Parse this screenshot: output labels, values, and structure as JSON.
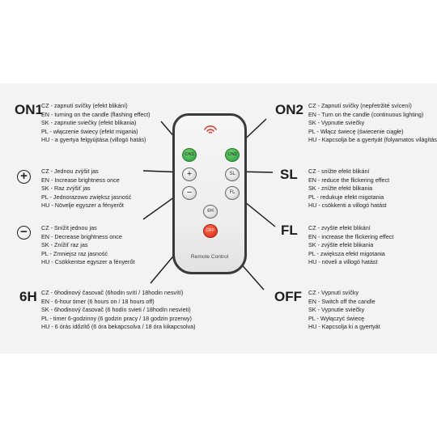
{
  "labels": {
    "on1": "ON1",
    "on2": "ON2",
    "sl": "SL",
    "fl": "FL",
    "six_h": "6H",
    "off": "OFF",
    "plus": "+",
    "minus": "−"
  },
  "remote": {
    "title": "Remote Control",
    "buttons": {
      "on1": "ON1",
      "on2": "ON2",
      "plus": "+",
      "minus": "−",
      "sl": "SL",
      "fl": "FL",
      "six_h": "6H",
      "off": "OFF"
    }
  },
  "descriptions": {
    "on1": [
      "CZ - zapnutí svíčky (efekt blikání)",
      "EN - turning on the candle (flashing effect)",
      "SK - zapnutie sviečky (efekt blikania)",
      "PL - włączenie świecy (efekt migania)",
      "HU - a gyertya felgyújtása (villogó hatás)"
    ],
    "on2": [
      "CZ - Zapnutí svíčky (nepřetržité svícení)",
      "EN - Turn on the candle (continuous lighting)",
      "SK - Vypnutie sviečky",
      "PL - Włącz świecę (świecenie ciągłe)",
      "HU - Kapcsolja be a gyertyát (folyamatos világítás)"
    ],
    "plus": [
      "CZ - Jednou zvýšit jas",
      "EN - Increase brightness once",
      "SK - Raz zvýšiť jas",
      "PL - Jednorazowo zwiększ jasność",
      "HU - Növelje egyszer a fényerőt"
    ],
    "sl": [
      "CZ - snížte efekt blikání",
      "EN - reduce the flickering effect",
      "SK - znížte efekt blikania",
      "PL - redukuje efekt migotania",
      "HU - csökkenti a villogó hatást"
    ],
    "minus": [
      "CZ - Snížit jednou jas",
      "EN - Decrease brightness once",
      "SK - Znížiť raz jas",
      "PL - Zmniejsz raz jasność",
      "HU - Csökkentse egyszer a fényerőt"
    ],
    "fl": [
      "CZ - zvyšte efekt blikání",
      "EN - increase the flickering effect",
      "SK - zvýšte efekt blikania",
      "PL - zwiększa efekt migotania",
      "HU - növeli a villogó hatást"
    ],
    "six_h": [
      "CZ - 6hodinový časovač (6hodin svítí / 18hodin nesvítí)",
      "EN - 6-hour timer (6 hours on / 18 hours off)",
      "SK - 6hodinový časovač (6 hodín svieti / 18hodín nesvieti)",
      "PL - timer 6-godzinny (6 godzin pracy / 18 godzin przerwy)",
      "HU - 6 órás időzítő (6 óra bekapcsolva / 18 óra kikapcsolva)"
    ],
    "off": [
      "CZ - Vypnutí svíčky",
      "EN - Switch off the candle",
      "SK - Vypnutie sviečky",
      "PL - Wyłączyć świecę",
      "HU - Kapcsolja ki a gyertyát"
    ]
  },
  "colors": {
    "panel": "#f3f3f3",
    "green_button": "#2a9a3a",
    "red_button": "#d42a12",
    "signal": "#d23a2a"
  },
  "icons": {
    "signal": "infrared-signal-icon"
  }
}
